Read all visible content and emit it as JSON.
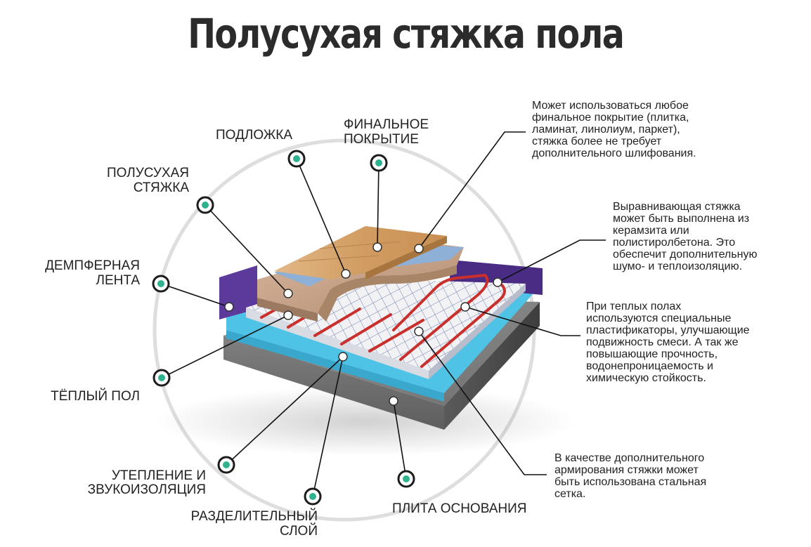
{
  "title": "Полусухая стяжка пола",
  "labels": {
    "podlozhka": "ПОДЛОЖКА",
    "final_1": "ФИНАЛЬНОЕ",
    "final_2": "ПОКРЫТИЕ",
    "polusuh_1": "ПОЛУСУХАЯ",
    "polusuh_2": "СТЯЖКА",
    "demp_1": "ДЕМПФЕРНАЯ",
    "demp_2": "ЛЕНТА",
    "teply": "ТЁПЛЫЙ ПОЛ",
    "uteplenie_1": "УТЕПЛЕНИЕ И",
    "uteplenie_2": "ЗВУКОИЗОЛЯЦИЯ",
    "razdel_1": "РАЗДЕЛИТЕЛЬНЫЙ",
    "razdel_2": "СЛОЙ",
    "plita": "ПЛИТА ОСНОВАНИЯ"
  },
  "notes": {
    "note1": [
      "Может использоваться любое",
      "финальное покрытие (плитка,",
      "ламинат, линолиум, паркет),",
      "стяжка более не требует",
      "дополнительного шлифования."
    ],
    "note2": [
      "Выравнивающая стяжка",
      "может быть выполнена из",
      "керамзита или",
      "полистиролбетона. Это",
      "обеспечит дополнительную",
      "шумо- и теплоизоляцию."
    ],
    "note3": [
      "При теплых полах",
      "используются специальные",
      "пластификаторы, улучшающие",
      "подвижность смеси. А так же",
      "повышающие прочность,",
      "водонепроницаемость и",
      "химическую стойкость."
    ],
    "note4": [
      "В качестве дополнительного",
      "армирования стяжки может",
      "быть использована стальная",
      "сетка."
    ]
  },
  "colors": {
    "marker_fill": "#2fb38f",
    "concrete": "#7b7b7b",
    "membrane": "#4fc3e6",
    "screed": "#c9a58a",
    "wood": "#d8a86e",
    "damper": "#5b3a9c",
    "heating_pipe": "#c9302c"
  }
}
